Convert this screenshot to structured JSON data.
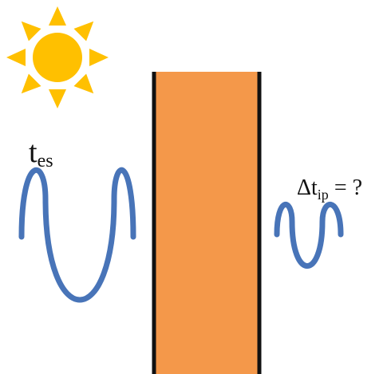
{
  "icons": {
    "sun": "sun-icon"
  },
  "colors": {
    "sun": "#FFC000",
    "wall_fill": "#F4984A",
    "wall_edge": "#111111",
    "wave": "#4874B8",
    "background": "#FFFFFF"
  },
  "labels": {
    "outer_temp_main": "t",
    "outer_temp_sub": "es",
    "inner_temp_prefix": "Δt",
    "inner_temp_sub": "ip",
    "inner_temp_suffix": " = ?"
  }
}
